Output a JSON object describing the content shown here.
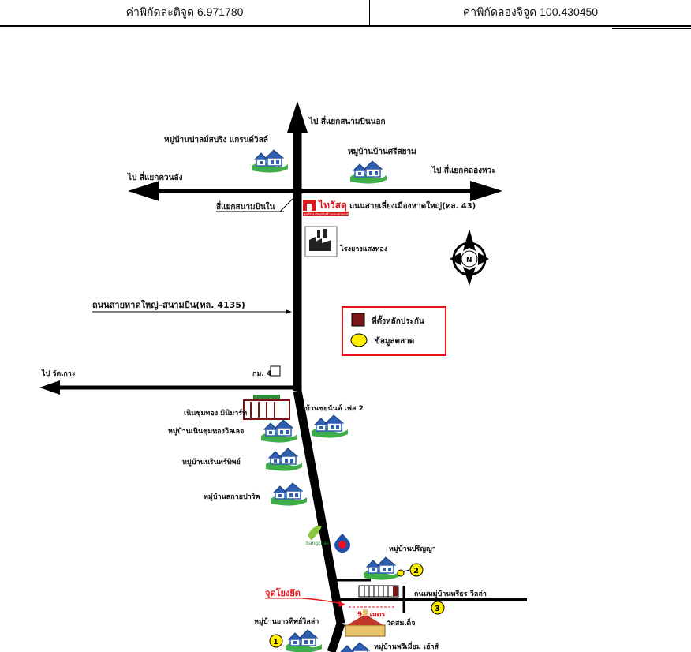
{
  "header": {
    "latitude": "ค่าพิกัดละติจูด 6.971780",
    "longitude": "ค่าพิกัดลองจิจูด 100.430450"
  },
  "map": {
    "labels": {
      "to_airport_outer": "ไป สี่แยกสนามบินนอก",
      "village_palm_spring": "หมู่บ้านปาลม์สปริง แกรนด์วิลล์",
      "village_srisayam": "หมู่บ้านบ้านศรีสยาม",
      "to_khuan_lang": "ไป สี่แยกควนลัง",
      "to_khlong_hae": "ไป สี่แยกคลองหวะ",
      "inner_airport_junction": "สี่แยกสนามบินใน",
      "thaiwatsadu": "ไทวัสดุ",
      "thaiwatsadu_sub": "ศูนย์รวมวัสดุก่อสร้างและตกแต่งบ้าน",
      "road_hatyai_muang": "ถนนสายเลี่ยงเมืองหาดใหญ่(ทล. 43)",
      "rubber_factory": "โรงยางแสงทอง",
      "road_hatyai_airport": "ถนนสายหาดใหญ่–สนามบิน(ทล. 4135)",
      "to_wat_ko": "ไป วัดเกาะ",
      "km_marker": "กม. 4",
      "noen_chumthong_mini": "เนินชุมทอง มินิมาร์ท",
      "village_chaiyanan": "บ้านชยนันต์ เฟส 2",
      "village_noen_chumthong": "หมู่บ้านเนินชุมทองวิลเลจ",
      "village_narin": "หมู่บ้านนรินทร์ทิพย์",
      "village_sakai": "หมู่บ้านสกายปาร์ค",
      "bangchak": "bangchak",
      "village_parinya": "หมู่บ้านปริญญา",
      "village_hathip": "หมู่บ้านอารทิพย์วิลล่า",
      "road_tree_villa": "ถนนหมู่บ้านทรีธร วิลล่า",
      "pickup_point": "จุดโยงยึด",
      "distance": "98 เมตร",
      "wat_somdet": "วัดสมเด็จ",
      "village_bottom": "หมู่บ้านพรีเมี่ยม เฮ้าส์",
      "north": "N"
    },
    "legend": {
      "collateral": "ที่ตั้งหลักประกัน",
      "market_data": "ข้อมูลตลาด"
    },
    "markers": [
      "1",
      "2",
      "3"
    ],
    "colors": {
      "road": "#000000",
      "legend_border": "#e8141b",
      "collateral": "#7b1416",
      "market_data": "#ffee00",
      "pickup": "#e8141b",
      "house_lawn": "#3fae49",
      "house_body": "#2f5fb0"
    }
  }
}
